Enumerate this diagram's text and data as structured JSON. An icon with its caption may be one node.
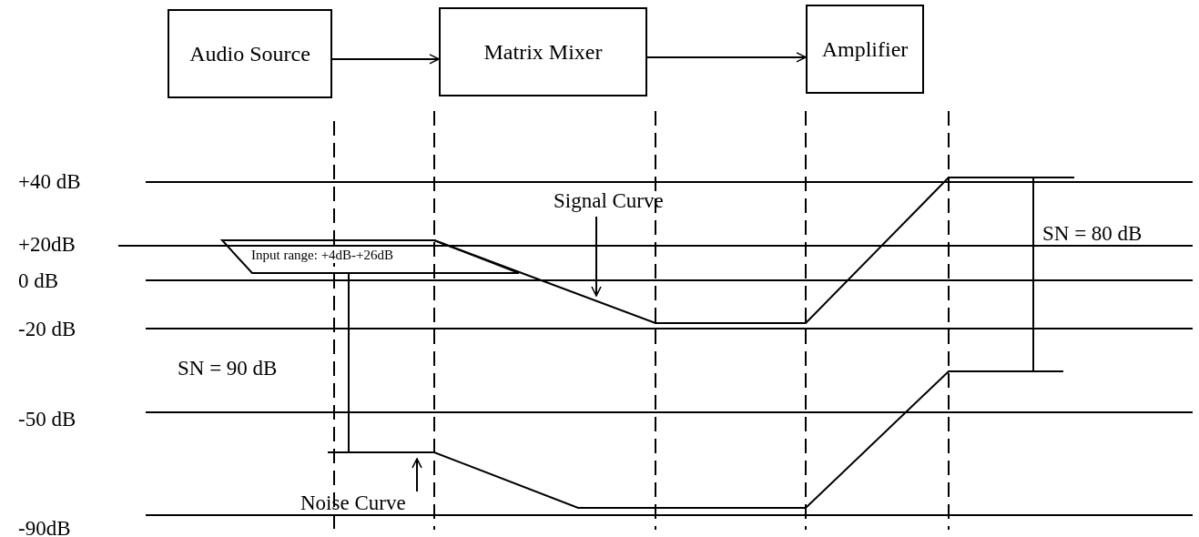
{
  "diagram": {
    "nodes": [
      {
        "text": [
          "Audio Source"
        ]
      },
      {
        "text": [
          "Matrix Mixer"
        ]
      },
      {
        "text": [
          "Amplifier"
        ]
      },
      {
        "text": [
          "Input range: +4dB-+26dB"
        ]
      },
      {
        "text": [
          "Signal Curve"
        ]
      },
      {
        "text": [
          "Noise Curve"
        ]
      }
    ],
    "edges": [
      {
        "from": 0,
        "to": 1,
        "arrow": "to"
      },
      {
        "from": 1,
        "to": 2,
        "arrow": "to"
      },
      {
        "from": 4,
        "to": null,
        "arrow": "to"
      },
      {
        "from": 5,
        "to": null,
        "arrow": "to"
      }
    ],
    "labels": [
      "+40 dB",
      "+20dB",
      "SN = 80 dB",
      "0 dB",
      "-20 dB",
      "SN = 90 dB",
      "-50 dB",
      "-90dB"
    ]
  }
}
